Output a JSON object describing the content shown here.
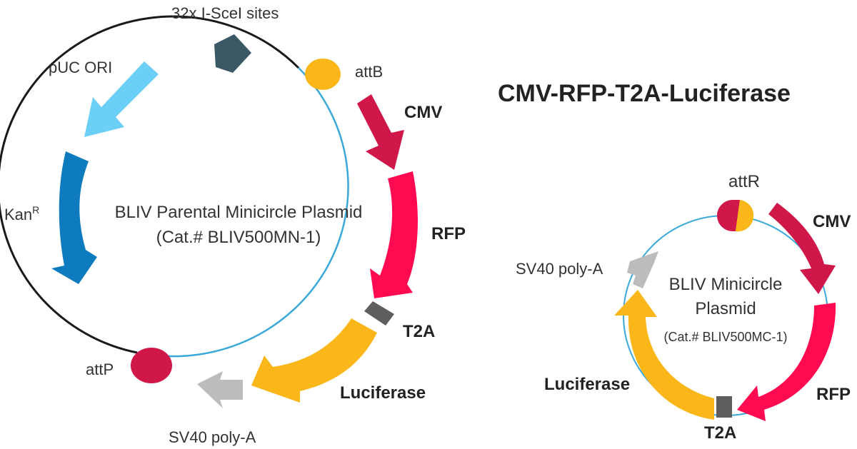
{
  "colors": {
    "backbone_black": "#1a1a1a",
    "backbone_blue": "#3aa9d8",
    "dark_slate": "#3b5866",
    "sky_blue": "#6ccff6",
    "kan_blue": "#0f7bbf",
    "crimson": "#d0174a",
    "rfp_red": "#ff0a50",
    "amber": "#fbb61a",
    "gray": "#bbbcbe",
    "dark_gray": "#5e5e5e"
  },
  "title": "CMV-RFP-T2A-Luciferase",
  "parental": {
    "center_line1": "BLIV Parental Minicircle Plasmid",
    "center_line2": "(Cat.# BLIV500MN-1)",
    "labels": {
      "isce": "32x I-SceI sites",
      "puc": "pUC ORI",
      "kan": "Kan",
      "kan_sup": "R",
      "attb": "attB",
      "cmv": "CMV",
      "rfp": "RFP",
      "t2a": "T2A",
      "luciferase": "Luciferase",
      "sv40": "SV40 poly-A",
      "attp": "attP"
    }
  },
  "minicircle": {
    "center_line1": "BLIV Minicircle",
    "center_line2": "Plasmid",
    "center_line3": "(Cat.# BLIV500MC-1)",
    "labels": {
      "attr": "attR",
      "cmv": "CMV",
      "rfp": "RFP",
      "t2a": "T2A",
      "luciferase": "Luciferase",
      "sv40": "SV40 poly-A"
    }
  }
}
